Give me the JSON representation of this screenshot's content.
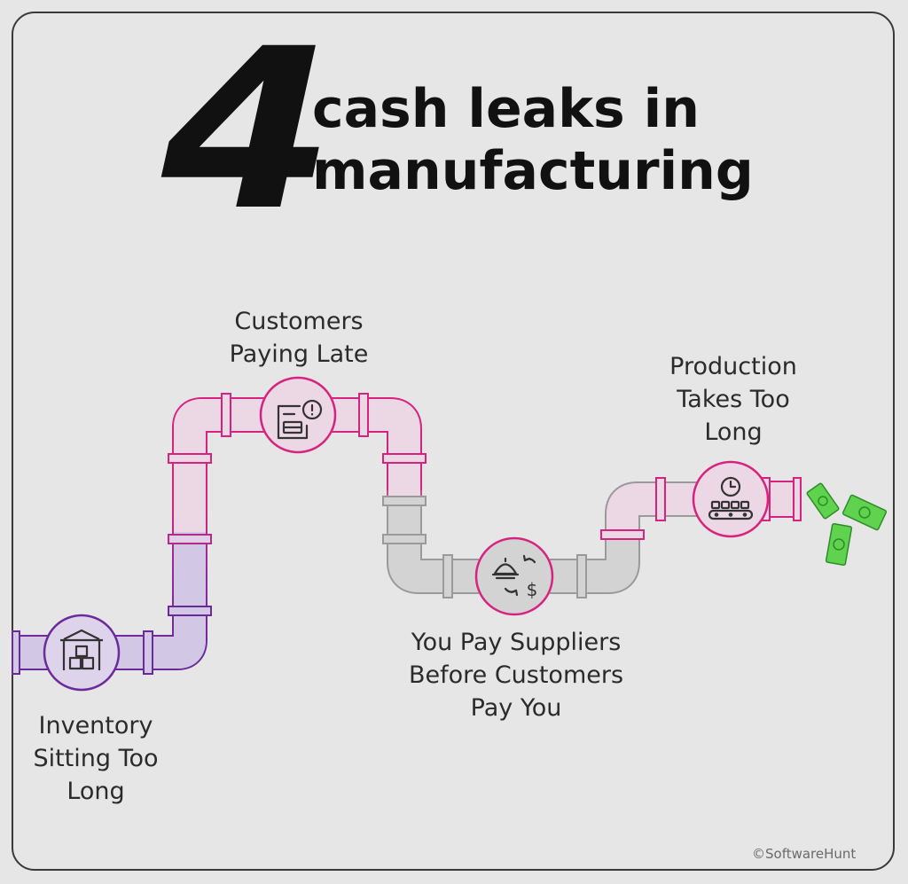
{
  "title": {
    "number": "4",
    "line1": "cash leaks in",
    "line2": "manufacturing"
  },
  "leaks": [
    {
      "name": "inventory",
      "line1": "Inventory",
      "line2": "Sitting Too",
      "line3": "Long",
      "icon": "warehouse-boxes-icon"
    },
    {
      "name": "customers-late",
      "line1": "Customers",
      "line2": "Paying Late",
      "icon": "invoice-alert-icon"
    },
    {
      "name": "pay-suppliers",
      "line1": "You Pay Suppliers",
      "line2": "Before Customers",
      "line3": "Pay You",
      "icon": "cash-cycle-icon"
    },
    {
      "name": "production",
      "line1": "Production",
      "line2": "Takes Too",
      "line3": "Long",
      "icon": "production-clock-icon"
    }
  ],
  "credit": "©SoftwareHunt",
  "colors": {
    "background": "#e6e6e6",
    "pipe_purple": "#6b2a9a",
    "pipe_magenta": "#d6237f",
    "pipe_gray": "#c9c9c9",
    "pipe_pink_fill": "#ecd7e4",
    "money_green": "#5fd34d"
  }
}
